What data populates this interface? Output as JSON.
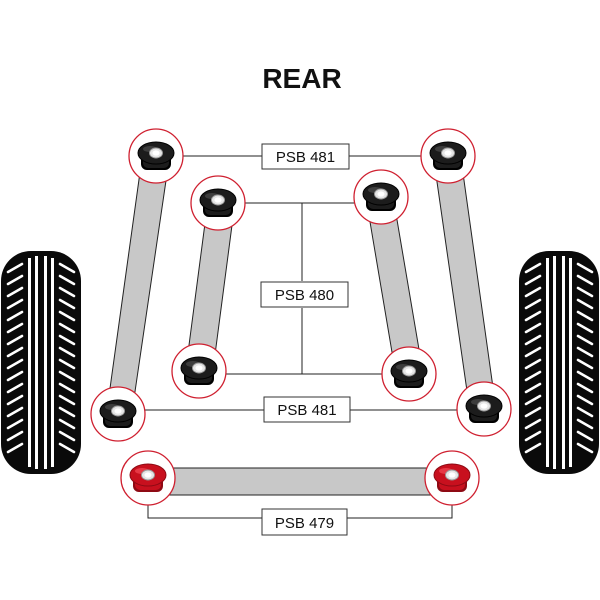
{
  "title": "REAR",
  "labels": {
    "upper_link": "PSB 481",
    "middle_link": "PSB 480",
    "lower_link": "PSB 481",
    "bottom_link": "PSB 479"
  },
  "colors": {
    "ring": "#cf2030",
    "arm": "#c8c8c8",
    "black_bush": "#1c1c1c",
    "red_bush": "#c8101e",
    "tyre": "#0a0a0a"
  },
  "icons": {
    "bushing": "bushing-icon",
    "tyre": "tyre-icon"
  }
}
